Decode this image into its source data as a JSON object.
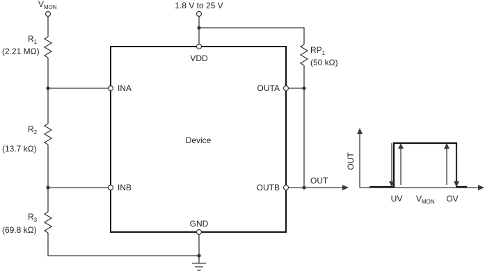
{
  "schematic": {
    "vmon_label": "V",
    "vmon_sub": "MON",
    "supply_label": "1.8 V to 25 V",
    "device_label": "Device",
    "pins": {
      "vdd": "VDD",
      "ina": "INA",
      "inb": "INB",
      "outa": "OUTA",
      "outb": "OUTB",
      "gnd": "GND"
    },
    "out_label": "OUT",
    "resistors": [
      {
        "name": "R",
        "sub": "1",
        "value": "(2.21 MΩ)"
      },
      {
        "name": "R",
        "sub": "2",
        "value": "(13.7 kΩ)"
      },
      {
        "name": "R",
        "sub": "3",
        "value": "(69.8 kΩ)"
      }
    ],
    "pullup": {
      "name": "RP",
      "sub": "1",
      "value": "(50 kΩ)"
    }
  },
  "timing": {
    "y_label": "OUT",
    "uv_label": "UV",
    "vmon_label": "V",
    "vmon_sub": "MON",
    "ov_label": "OV"
  },
  "colors": {
    "line": "#3a3a3a",
    "text": "#222222",
    "background": "#ffffff"
  }
}
